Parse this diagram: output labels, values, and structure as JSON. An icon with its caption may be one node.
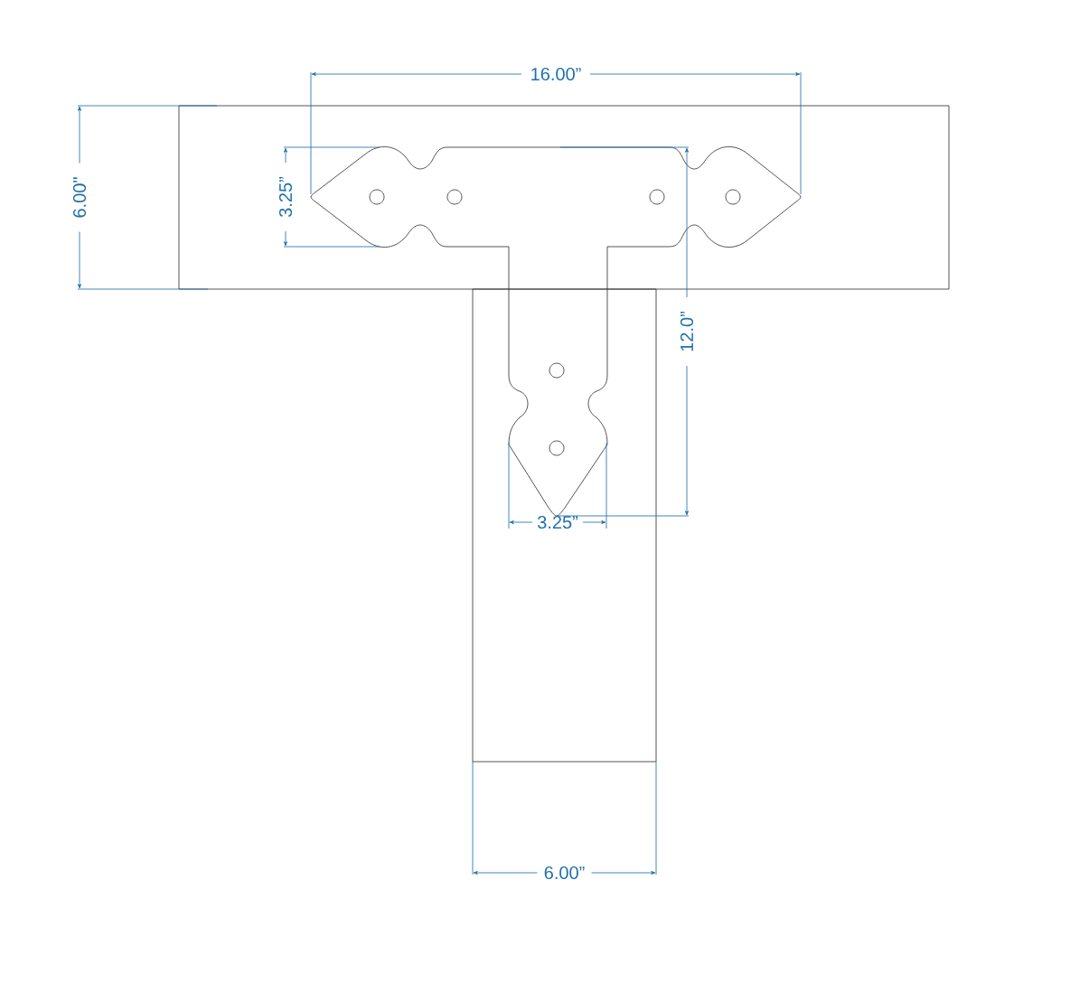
{
  "diagram": {
    "labels": [
      "16.00”",
      "6.00\"",
      "3.25”",
      "12.0”",
      "3.25”",
      "6.00”"
    ]
  }
}
